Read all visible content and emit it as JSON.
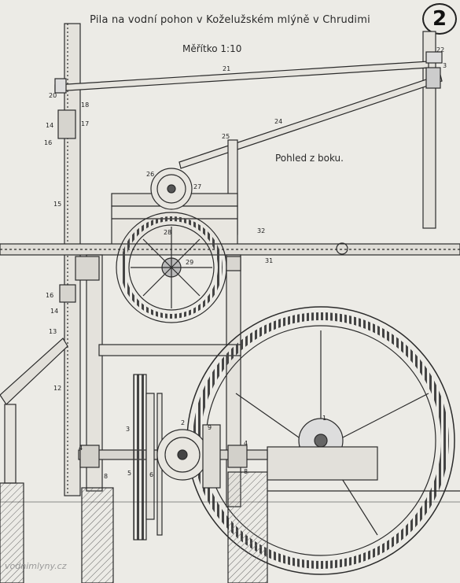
{
  "title": "Pila na vodní pohon v Koželužském mlýně v Chrudimi",
  "scale": "Měřítko 1:10",
  "view_label": "Pohled z boku.",
  "sheet_number": "2",
  "watermark": "vodnimlyny.cz",
  "part_numbers": {
    "n1": "1",
    "n2": "2",
    "n3": "3",
    "n4": "4",
    "n5": "5",
    "n6": "6",
    "n8": "8",
    "n9": "9",
    "n12": "12",
    "n13": "13",
    "n14": "14",
    "n15": "15",
    "n16": "16",
    "n17": "17",
    "n18": "18",
    "n20": "20",
    "n21": "21",
    "n22": "22",
    "n24": "24",
    "n25": "25",
    "n26": "26",
    "n27": "27",
    "n28": "28",
    "n29": "29",
    "n31": "31",
    "n32": "32"
  },
  "colors": {
    "paper": "#ecebe6",
    "ink": "#2b2b2b",
    "hatch": "#555555"
  }
}
